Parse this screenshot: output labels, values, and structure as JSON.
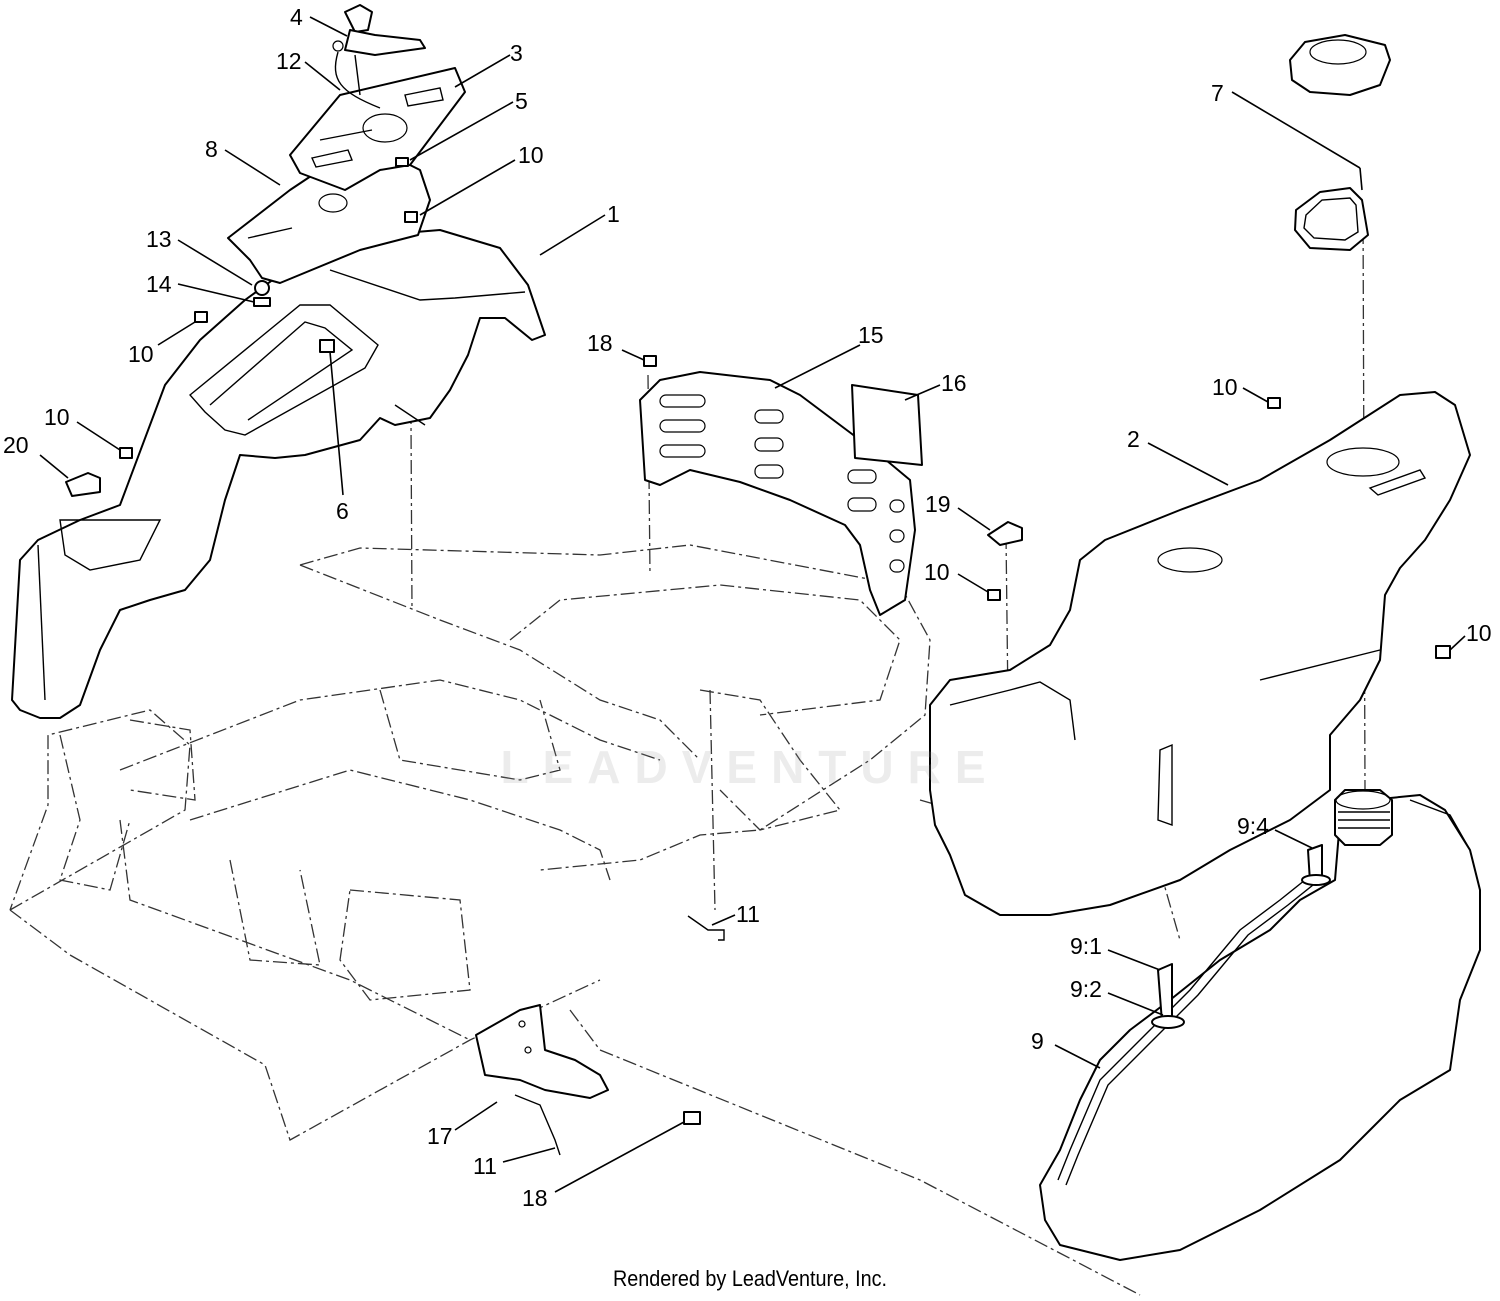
{
  "callouts": [
    {
      "id": "c-1",
      "label": "1"
    },
    {
      "id": "c-2",
      "label": "2"
    },
    {
      "id": "c-3",
      "label": "3"
    },
    {
      "id": "c-4",
      "label": "4"
    },
    {
      "id": "c-5",
      "label": "5"
    },
    {
      "id": "c-6",
      "label": "6"
    },
    {
      "id": "c-7",
      "label": "7"
    },
    {
      "id": "c-8",
      "label": "8"
    },
    {
      "id": "c-9",
      "label": "9"
    },
    {
      "id": "c-9-1",
      "label": "9:1"
    },
    {
      "id": "c-9-2",
      "label": "9:2"
    },
    {
      "id": "c-9-4",
      "label": "9:4"
    },
    {
      "id": "c-10a",
      "label": "10"
    },
    {
      "id": "c-10b",
      "label": "10"
    },
    {
      "id": "c-10c",
      "label": "10"
    },
    {
      "id": "c-10d",
      "label": "10"
    },
    {
      "id": "c-10e",
      "label": "10"
    },
    {
      "id": "c-10f",
      "label": "10"
    },
    {
      "id": "c-11a",
      "label": "11"
    },
    {
      "id": "c-11b",
      "label": "11"
    },
    {
      "id": "c-12",
      "label": "12"
    },
    {
      "id": "c-13",
      "label": "13"
    },
    {
      "id": "c-14",
      "label": "14"
    },
    {
      "id": "c-15",
      "label": "15"
    },
    {
      "id": "c-16",
      "label": "16"
    },
    {
      "id": "c-17",
      "label": "17"
    },
    {
      "id": "c-18a",
      "label": "18"
    },
    {
      "id": "c-18b",
      "label": "18"
    },
    {
      "id": "c-19",
      "label": "19"
    },
    {
      "id": "c-20",
      "label": "20"
    }
  ],
  "footer": "Rendered by LeadVenture, Inc.",
  "watermark": "LEADVENTURE",
  "colors": {
    "line": "#000000",
    "background": "#ffffff",
    "watermark": "#969696"
  }
}
